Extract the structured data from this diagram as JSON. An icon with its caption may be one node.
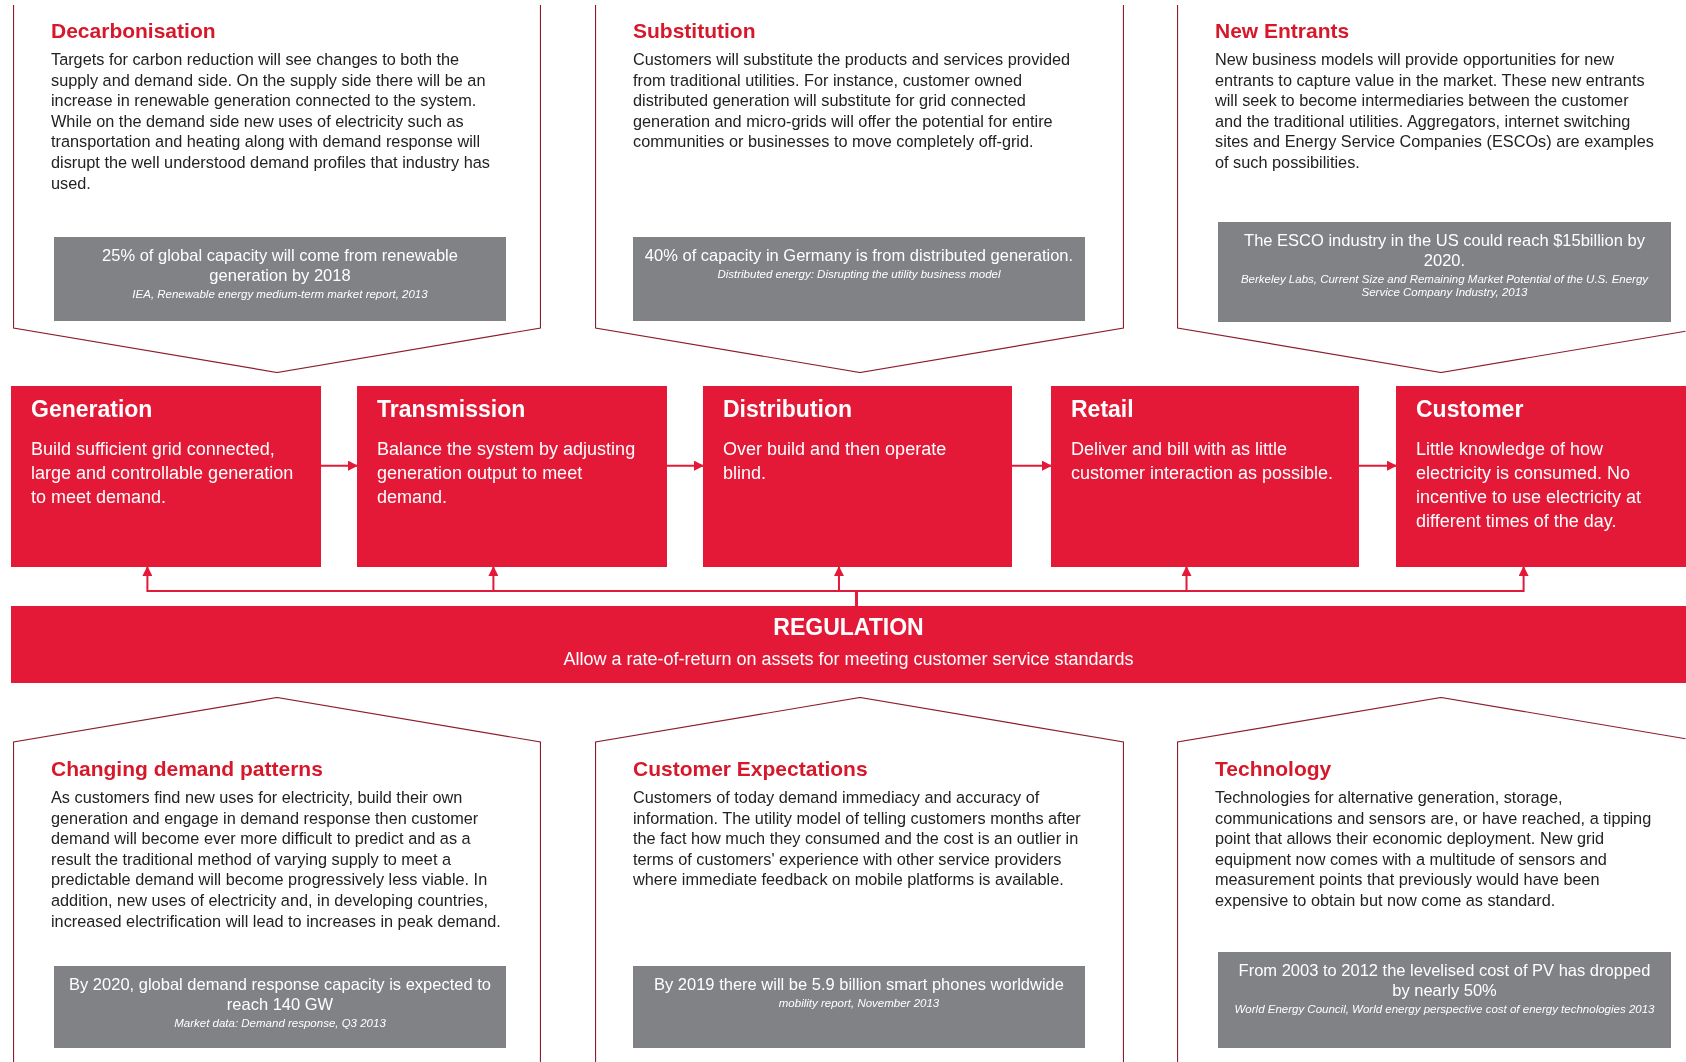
{
  "diagram": {
    "nodes": [
      {
        "text": [
          "Decarbonisation",
          "Targets for carbon reduction will see changes to both the supply and demand side. On the supply side there will be an increase in renewable generation connected to the system. While on the demand side new uses of electricity such as transportation and heating along with demand response will disrupt the well understood demand profiles that industry has used."
        ]
      },
      {
        "text": [
          "25% of global capacity will come from renewable generation by 2018",
          "IEA, Renewable energy medium-term market report, 2013"
        ],
        "in": 0
      },
      {
        "text": [
          "Substitution",
          "Customers will substitute the products and services provided from traditional utilities. For instance, customer owned distributed generation will substitute for grid connected generation and micro-grids will offer the potential for entire communities or businesses to move completely off-grid."
        ]
      },
      {
        "text": [
          "40% of capacity in Germany is from distributed generation.",
          "Distributed energy: Disrupting the utility business model"
        ],
        "in": 2
      },
      {
        "text": [
          "New Entrants",
          "New business models will provide opportunities for new entrants to capture value in the market. These new entrants will seek to become intermediaries between the customer and the traditional utilities. Aggregators, internet switching sites and Energy Service Companies (ESCOs) are examples of such possibilities."
        ]
      },
      {
        "text": [
          "The ESCO industry in the US could reach $15billion by 2020.",
          "Berkeley Labs, Current Size and Remaining Market Potential of the U.S. Energy Service Company Industry, 2013"
        ],
        "in": 4
      },
      {
        "text": [
          "Generation",
          "Build sufficient grid connected, large and controllable generation to meet demand."
        ]
      },
      {
        "text": [
          "Transmission",
          "Balance the system by adjusting generation output to meet demand."
        ]
      },
      {
        "text": [
          "Distribution",
          "Over build and then operate blind."
        ]
      },
      {
        "text": [
          "Retail",
          "Deliver and bill with as little customer interaction as possible."
        ]
      },
      {
        "text": [
          "Customer",
          "Little knowledge of how electricity is consumed. No incentive to use electricity at different times of the day."
        ]
      },
      {
        "text": [
          "REGULATION",
          "Allow a rate-of-return on assets for meeting customer service standards"
        ]
      },
      {
        "text": [
          "Changing demand patterns",
          "As customers find new uses for electricity, build their own generation and engage in demand response then customer demand will become ever more difficult to predict and as a result the traditional method of varying supply to meet a predictable demand will become progressively less viable. In addition, new uses of electricity and, in developing countries, increased electrification will lead to increases in peak demand."
        ]
      },
      {
        "text": [
          "By 2020, global demand response capacity is expected to reach 140 GW",
          "Market data: Demand response, Q3 2013"
        ],
        "in": 12
      },
      {
        "text": [
          "Customer Expectations",
          "Customers of today demand immediacy and accuracy of information. The utility model of telling customers months after the fact how much they consumed and the cost is an outlier in terms of customers' experience with other service providers where immediate feedback on mobile platforms is available."
        ]
      },
      {
        "text": [
          "By 2019 there will be 5.9 billion smart phones worldwide",
          "mobility report, November 2013"
        ],
        "in": 14
      },
      {
        "text": [
          "Technology",
          "Technologies for alternative generation, storage, communications and sensors are, or have reached, a tipping point that allows their economic deployment. New grid equipment now comes with a multitude of sensors and measurement points that previously would have been expensive to obtain but now come as standard."
        ]
      },
      {
        "text": [
          "From 2003 to 2012 the levelised cost of PV has dropped by nearly 50%",
          "World Energy Council, World energy perspective cost of energy technologies 2013"
        ],
        "in": 16
      }
    ],
    "edges": [
      {
        "from": 6,
        "to": 7,
        "arrow": "to"
      },
      {
        "from": 7,
        "to": 8,
        "arrow": "to"
      },
      {
        "from": 8,
        "to": 9,
        "arrow": "to"
      },
      {
        "from": 9,
        "to": 10,
        "arrow": "to"
      },
      {
        "from": 11,
        "to": 6,
        "arrow": "to"
      },
      {
        "from": 11,
        "to": 7,
        "arrow": "to"
      },
      {
        "from": 11,
        "to": 8,
        "arrow": "to"
      },
      {
        "from": 11,
        "to": 9,
        "arrow": "to"
      },
      {
        "from": 11,
        "to": 10,
        "arrow": "to"
      }
    ]
  }
}
